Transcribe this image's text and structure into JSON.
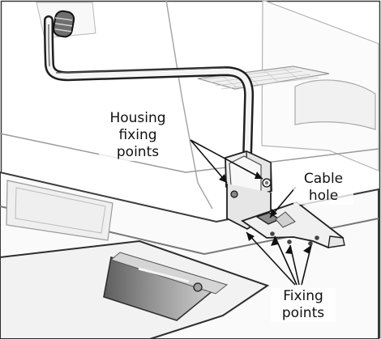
{
  "labels": {
    "housing_fixing_points": "Housing\nfixing\npoints",
    "cable_hole": "Cable\nhole",
    "fixing_points": "Fixing\npoints"
  },
  "colors": {
    "line": "#222222",
    "light_line": "#9a9a9a",
    "fill_light": "#efefef",
    "fill_mid": "#d8d8d8",
    "fill_dark": "#6b6b6b"
  }
}
